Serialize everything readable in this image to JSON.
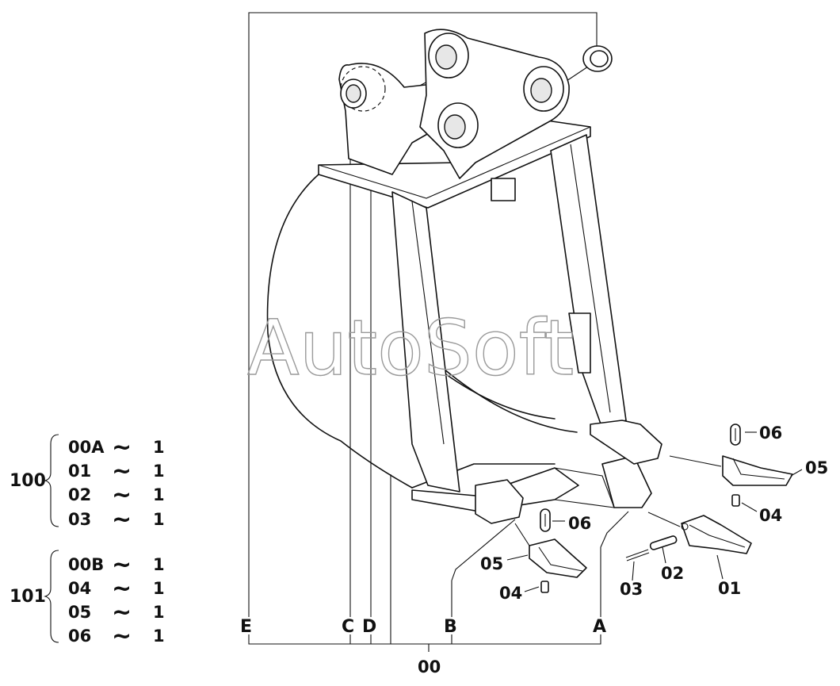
{
  "watermark": "AutoSoft",
  "assembly_ref": "00",
  "dimension_letters": {
    "a": "A",
    "b": "B",
    "c": "C",
    "d": "D",
    "e": "E"
  },
  "callouts": {
    "part_01": "01",
    "part_02": "02",
    "part_03": "03",
    "part_04_right": "04",
    "part_04_left": "04",
    "part_05_right": "05",
    "part_05_left": "05",
    "part_06_right": "06",
    "part_06_left": "06"
  },
  "kits": [
    {
      "id": "100",
      "rows": [
        {
          "part": "00A",
          "sep": "~",
          "qty": "1"
        },
        {
          "part": "01",
          "sep": "~",
          "qty": "1"
        },
        {
          "part": "02",
          "sep": "~",
          "qty": "1"
        },
        {
          "part": "03",
          "sep": "~",
          "qty": "1"
        }
      ]
    },
    {
      "id": "101",
      "rows": [
        {
          "part": "00B",
          "sep": "~",
          "qty": "1"
        },
        {
          "part": "04",
          "sep": "~",
          "qty": "1"
        },
        {
          "part": "05",
          "sep": "~",
          "qty": "1"
        },
        {
          "part": "06",
          "sep": "~",
          "qty": "1"
        }
      ]
    }
  ]
}
